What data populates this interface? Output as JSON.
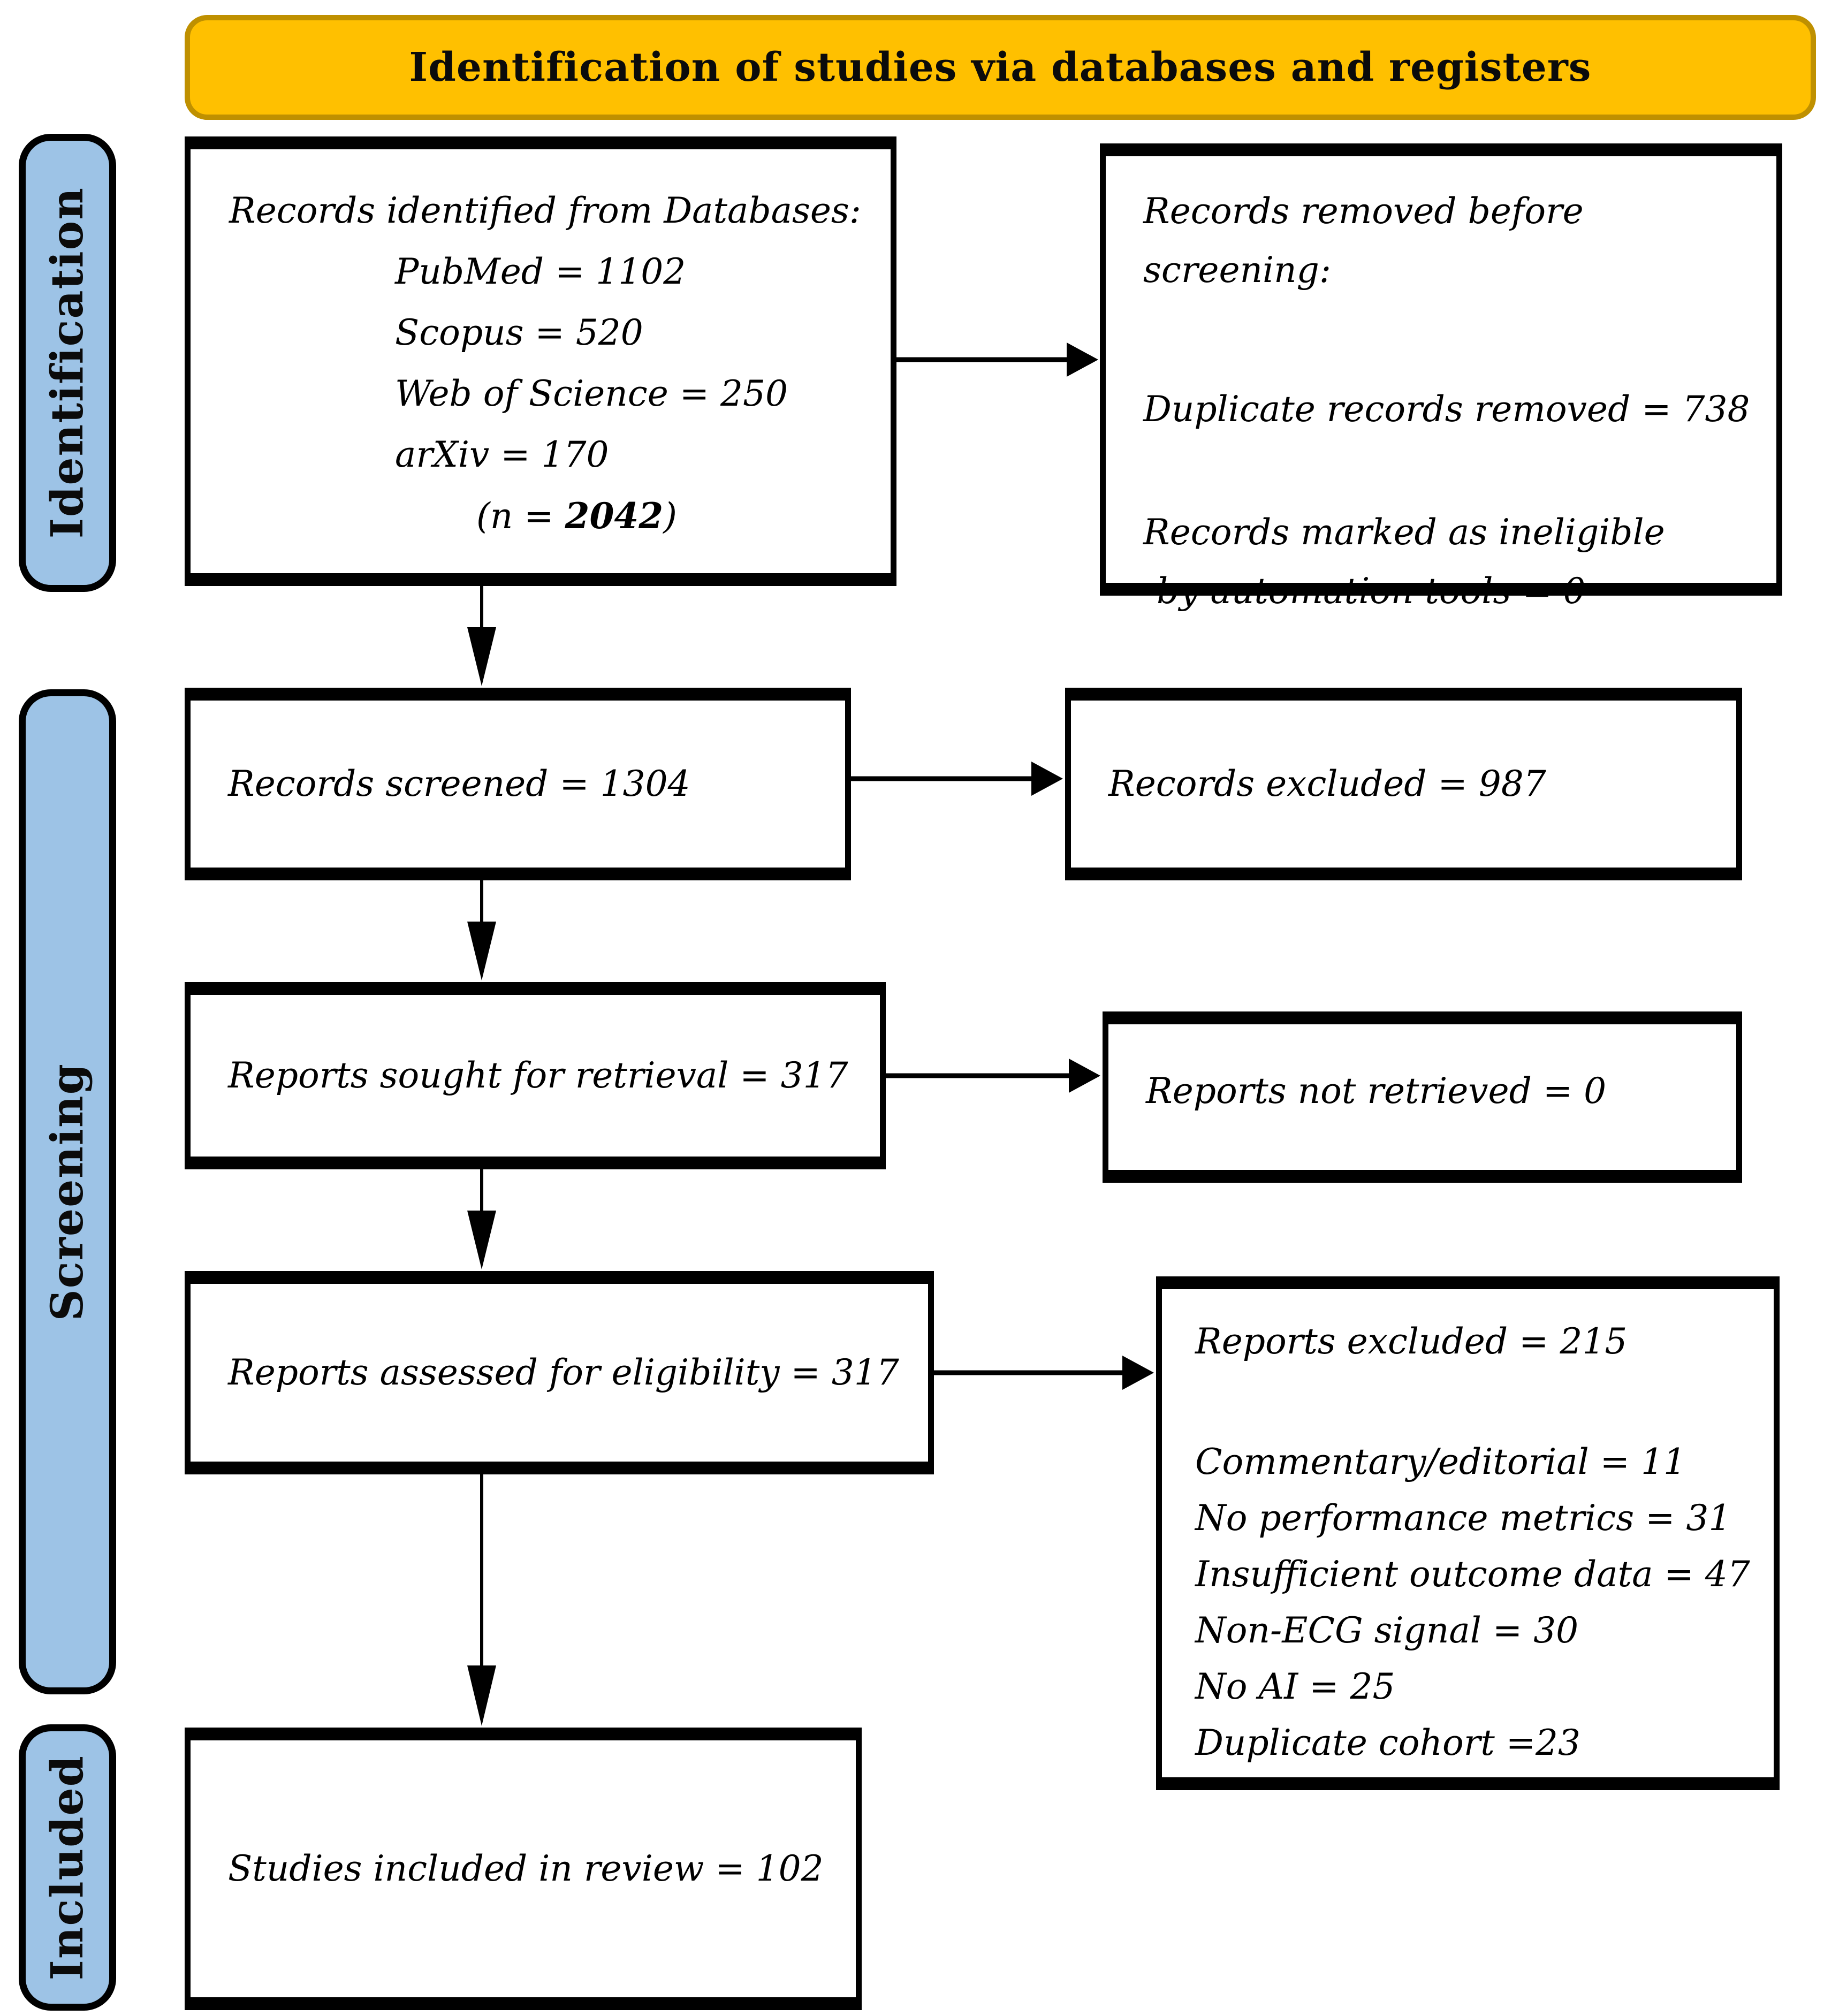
{
  "header": {
    "title": "Identification of studies via databases and registers"
  },
  "sidebar": {
    "identification": "Identification",
    "screening": "Screening",
    "included": "Included"
  },
  "boxes": {
    "records_identified": {
      "heading": "Records identified from Databases:",
      "items": [
        "PubMed = 1102",
        "Scopus = 520",
        "Web of Science = 250",
        "arXiv = 170"
      ],
      "total_prefix": "(n = ",
      "total_value": "2042",
      "total_suffix": ")"
    },
    "records_removed": {
      "heading": "Records removed before screening:",
      "duplicate_line": "Duplicate records removed = 738",
      "ineligible_line1": "Records marked as ineligible",
      "ineligible_line2": "by automation tools = 0"
    },
    "records_screened": {
      "text": "Records screened = 1304"
    },
    "records_excluded": {
      "text": "Records excluded = 987"
    },
    "reports_sought": {
      "text": "Reports sought for retrieval = 317"
    },
    "reports_not_retrieved": {
      "text": "Reports not retrieved = 0"
    },
    "reports_assessed": {
      "text": "Reports assessed for eligibility = 317"
    },
    "reports_excluded": {
      "heading": "Reports excluded = 215",
      "reasons": [
        "Commentary/editorial = 11",
        "No performance metrics = 31",
        "Insufficient outcome data = 47",
        "Non-ECG signal = 30",
        "No AI = 25",
        "Duplicate cohort =23"
      ]
    },
    "studies_included": {
      "text": "Studies included in review = 102"
    }
  },
  "colors": {
    "header_bg": "#FFC000",
    "header_border": "#BF9000",
    "sidebar_bg": "#9DC3E6",
    "line": "#000000"
  }
}
